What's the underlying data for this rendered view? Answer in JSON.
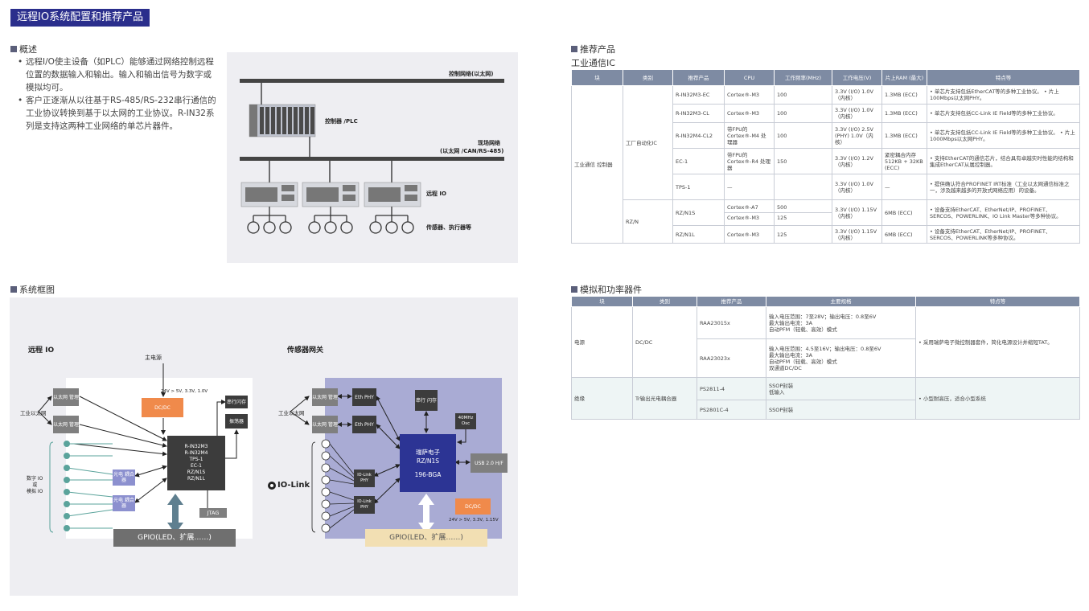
{
  "title": "远程IO系统配置和推荐产品",
  "overview": {
    "heading": "概述",
    "bullets": [
      "远程I/O使主设备（如PLC）能够通过网络控制远程位置的数据输入和输出。输入和输出信号为数字或模拟均可。",
      "客户正逐渐从以往基于RS-485/RS-232串行通信的工业协议转换到基于以太网的工业协议。R-IN32系列是支持这两种工业网络的单芯片器件。"
    ]
  },
  "network_diagram": {
    "control_network": "控制网络(以太网)",
    "controller": "控制器 /PLC",
    "field_network_1": "现场网络",
    "field_network_2": "(以太网 /CAN/RS-485)",
    "remote_io": "远程 IO",
    "sensors": "传感器、执行器等"
  },
  "block_diagram": {
    "heading": "系统框图",
    "left": {
      "title": "远程 IO",
      "main_power": "主电源",
      "voltages": "24V > 5V, 3.3V, 1.0V",
      "dcdc": "DC/DC",
      "serial_flash": "串行闪存",
      "oscillator": "振荡器",
      "eth_mgmt_1": "以太网 管理",
      "eth_mgmt_2": "以太网 管理",
      "industrial_ethernet": "工业以太网",
      "chips": [
        "R-IN32M3",
        "R-IN32M4",
        "TPS-1",
        "EC-1",
        "RZ/N1S",
        "RZ/N1L"
      ],
      "digital_io": [
        "数字 IO",
        "或",
        "模拟 IO"
      ],
      "coupler_1": "光电 耦合器",
      "coupler_2": "光电 耦合器",
      "jtag": "JTAG",
      "gpio": "GPIO(LED、扩展……)"
    },
    "right": {
      "title": "传感器网关",
      "eth_mgmt_1": "以太网 管理",
      "eth_mgmt_2": "以太网 管理",
      "eth_phy_1": "Eth PHY",
      "eth_phy_2": "Eth PHY",
      "industrial_ethernet": "工业以太网",
      "serial_flash": "串行 闪存",
      "osc": "40MHz Osc",
      "chip_1": "瑞萨电子",
      "chip_2": "RZ/N1S",
      "chip_3": "196-BGA",
      "usb": "USB 2.0 H/F",
      "iolink_phy_1": "IO-Link PHY",
      "iolink_phy_2": "IO-Link PHY",
      "iolink": "IO-Link",
      "dcdc": "DC/DC",
      "voltages": "24V > 5V, 3.3V, 1.15V",
      "gpio": "GPIO(LED、扩展……)"
    }
  },
  "recommended": {
    "heading": "推荐产品",
    "subheading": "工业通信IC",
    "headers": [
      "块",
      "类别",
      "推荐产品",
      "CPU",
      "工作频率(MHz)",
      "工作电压(V)",
      "片上RAM (最大)",
      "特点等"
    ],
    "block": "工业通信 控制器",
    "cat_factory": "工厂自动化IC",
    "cat_rzn": "RZ/N",
    "rows": [
      {
        "product": "R-IN32M3-EC",
        "cpu": "Cortex®-M3",
        "freq": "100",
        "volt": "3.3V (I/O) 1.0V（内核）",
        "ram": "1.3MB (ECC)",
        "features": "• 单芯片支持包括EtherCAT等的多种工业协议。 • 片上100Mbps以太网PHY。"
      },
      {
        "product": "R-IN32M3-CL",
        "cpu": "Cortex®-M3",
        "freq": "100",
        "volt": "3.3V (I/O) 1.0V（内核）",
        "ram": "1.3MB (ECC)",
        "features": "• 单芯片支持包括CC-Link IE Field等的多种工业协议。"
      },
      {
        "product": "R-IN32M4-CL2",
        "cpu": "带FPU的 Cortex®-M4 处理器",
        "freq": "100",
        "volt": "3.3V (I/O) 2.5V (PHY) 1.0V（内核）",
        "ram": "1.3MB (ECC)",
        "features": "• 单芯片支持包括CC-Link IE Field等的多种工业协议。 • 片上1000Mbps以太网PHY。"
      },
      {
        "product": "EC-1",
        "cpu": "带FPU的 Cortex®-R4 处理器",
        "freq": "150",
        "volt": "3.3V (I/O) 1.2V（内核）",
        "ram": "紧密耦合内存 512KB + 32KB (ECC)",
        "features": "• 支持EtherCAT的通信芯片，结合具有卓越实时性能的结构和集成EtherCAT从属控制器。"
      },
      {
        "product": "TPS-1",
        "cpu": "—",
        "freq": "",
        "volt": "3.3V (I/O) 1.0V（内核）",
        "ram": "—",
        "features": "• 提供确认符合PROFINET IRT标准（工业以太网通信标准之一，涉及越来越多的开放式网络应用）的设备。"
      },
      {
        "product": "RZ/N1S",
        "cpu_a": "Cortex®-A7",
        "freq_a": "500",
        "cpu_b": "Cortex®-M3",
        "freq_b": "125",
        "volt": "3.3V (I/O) 1.15V（内核）",
        "ram": "6MB (ECC)",
        "features": "• 设备支持EtherCAT、EtherNet/IP、PROFINET、SERCOS、POWERLINK、IO Link Master等多种协议。"
      },
      {
        "product": "RZ/N1L",
        "cpu": "Cortex®-M3",
        "freq": "125",
        "volt": "3.3V (I/O) 1.15V（内核）",
        "ram": "6MB (ECC)",
        "features": "• 设备支持EtherCAT、EtherNet/IP、PROFINET、SERCOS、POWERLINK等多种协议。"
      }
    ]
  },
  "analog": {
    "heading": "模拟和功率器件",
    "headers": [
      "块",
      "类别",
      "推荐产品",
      "主要规格",
      "特点等"
    ],
    "power_block": "电源",
    "power_cat": "DC/DC",
    "power_rows": [
      {
        "product": "RAA23015x",
        "spec": [
          "输入电压范围：7至28V；输出电压：0.8至6V",
          "最大输出电流：3A",
          "自动PFM（轻载、高效）模式"
        ]
      },
      {
        "product": "RAA23023x",
        "spec": [
          "输入电压范围：4.5至16V；输出电压：0.8至6V",
          "最大输出电流：3A",
          "自动PFM（轻载、高效）模式",
          "双通道DC/DC"
        ]
      }
    ],
    "power_features": "• 采用瑞萨电子微控制器套件，简化电源设计并缩短TAT。",
    "iso_block": "绝缘",
    "iso_cat": "Tr输出光电耦合器",
    "iso_rows": [
      {
        "product": "PS2811-4",
        "spec": [
          "SSOP封装",
          "低输入"
        ]
      },
      {
        "product": "PS2801C-4",
        "spec": [
          "SSOP封装"
        ]
      }
    ],
    "iso_features": "• 小型耐高压，适合小型系统"
  },
  "colors": {
    "title_bg": "#2a2e8c",
    "table_header": "#7e8ba3",
    "orange": "#f08a4b",
    "purple": "#a9abd4",
    "teal": "#5aa39b",
    "gpio_grey": "#6f6f6f",
    "gpio_beige": "#f2dfb3"
  }
}
